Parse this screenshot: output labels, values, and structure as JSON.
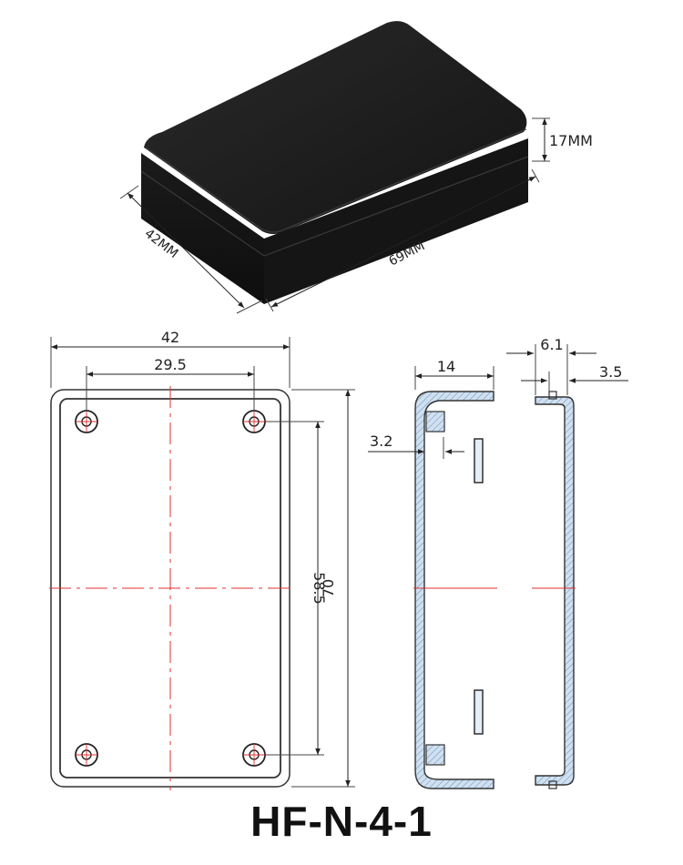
{
  "dimensions_3d": {
    "height": "17MM",
    "width": "42MM",
    "length": "69MM"
  },
  "front_view": {
    "overall_width": "42",
    "hole_spacing_horizontal": "29.5",
    "hole_spacing_vertical": "58.5",
    "overall_height": "70"
  },
  "section_view": {
    "depth": "14",
    "wall_offset": "3.2"
  },
  "lid_view": {
    "lid_depth": "6.1",
    "lip_depth": "3.5"
  },
  "model_name": "HF-N-4-1",
  "colors": {
    "enclosure": "#1c1c1c",
    "centerline": "#e03030",
    "section_fill": "#c9dcef",
    "outline": "#333333"
  }
}
